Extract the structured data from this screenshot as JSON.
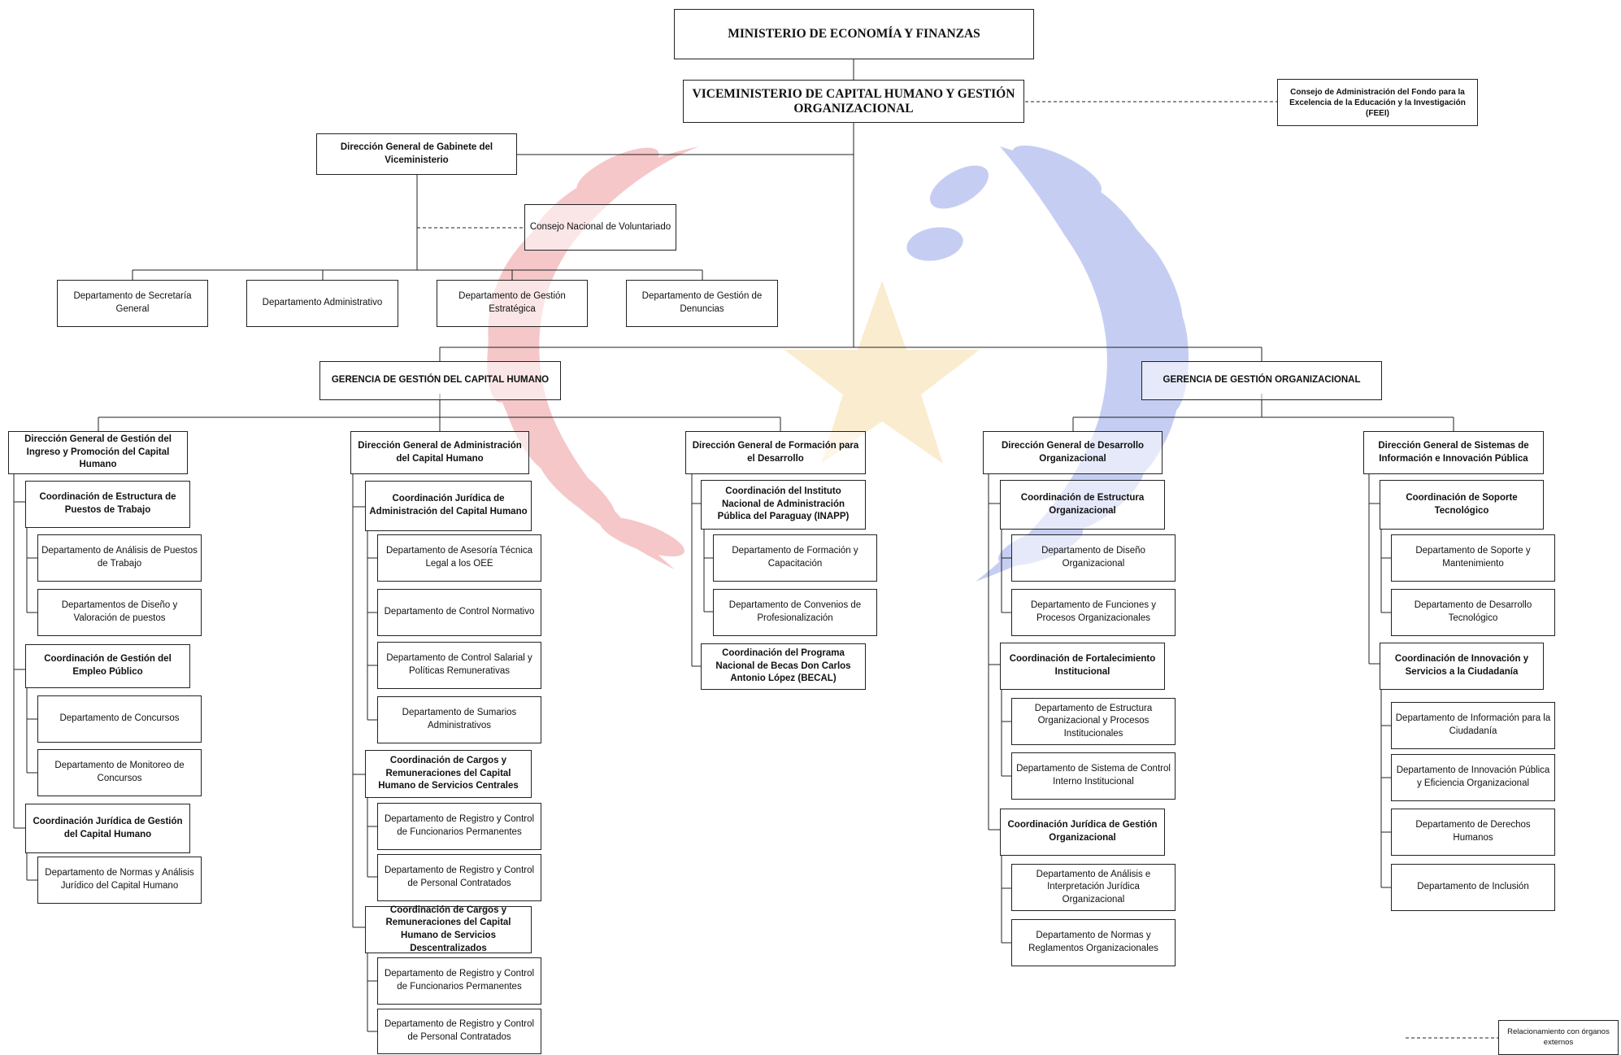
{
  "colors": {
    "line": "#222222",
    "watermark_red": "#e9858a",
    "watermark_blue": "#8c9ee6",
    "watermark_gold": "#f6dca6"
  },
  "nodes": {
    "mef": "MINISTERIO DE ECONOMÍA Y FINANZAS",
    "vice": "VICEMINISTERIO DE CAPITAL HUMANO Y GESTIÓN ORGANIZACIONAL",
    "feei": "Consejo de Administración del Fondo para la Excelencia de la Educación y la Investigación (FEEI)",
    "dgg": "Dirección General de Gabinete del Viceministerio",
    "cnv": "Consejo Nacional de Voluntariado",
    "d_sec": "Departamento de Secretaría General",
    "d_adm": "Departamento Administrativo",
    "d_ge": "Departamento de Gestión Estratégica",
    "d_den": "Departamento de Gestión de Denuncias",
    "g_ch": "GERENCIA DE GESTIÓN DEL CAPITAL HUMANO",
    "g_go": "GERENCIA DE GESTIÓN ORGANIZACIONAL",
    "dg1": "Dirección General de Gestión del Ingreso y Promoción del Capital Humano",
    "c1a": "Coordinación de Estructura de Puestos de Trabajo",
    "d1a1": "Departamento de Análisis de Puestos de Trabajo",
    "d1a2": "Departamentos de Diseño y Valoración de puestos",
    "c1b": "Coordinación de Gestión del Empleo Público",
    "d1b1": "Departamento de Concursos",
    "d1b2": "Departamento de Monitoreo de Concursos",
    "c1c": "Coordinación Jurídica de Gestión del Capital Humano",
    "d1c1": "Departamento de Normas y Análisis Jurídico del Capital Humano",
    "dg2": "Dirección General de Administración del Capital Humano",
    "c2a": "Coordinación Jurídica de Administración del Capital Humano",
    "d2a1": "Departamento de Asesoría Técnica Legal a los OEE",
    "d2a2": "Departamento de Control Normativo",
    "d2a3": "Departamento de Control Salarial y Políticas Remunerativas",
    "d2a4": "Departamento de Sumarios Administrativos",
    "c2b": "Coordinación de Cargos y Remuneraciones del Capital Humano de Servicios Centrales",
    "d2b1": "Departamento de Registro y Control de Funcionarios Permanentes",
    "d2b2": "Departamento de Registro y Control de Personal Contratados",
    "c2c": "Coordinación de Cargos y Remuneraciones del Capital Humano de Servicios Descentralizados",
    "d2c1": "Departamento de Registro y Control de Funcionarios Permanentes",
    "d2c2": "Departamento de Registro y Control de Personal Contratados",
    "dg3": "Dirección General de Formación para el Desarrollo",
    "c3a": "Coordinación del Instituto Nacional de Administración Pública del Paraguay (INAPP)",
    "d3a1": "Departamento de Formación y Capacitación",
    "d3a2": "Departamento de Convenios de Profesionalización",
    "c3b": "Coordinación del Programa Nacional de Becas Don Carlos Antonio López (BECAL)",
    "dg4": "Dirección General de Desarrollo Organizacional",
    "c4a": "Coordinación de Estructura Organizacional",
    "d4a1": "Departamento de Diseño Organizacional",
    "d4a2": "Departamento de Funciones y Procesos Organizacionales",
    "c4b": "Coordinación de Fortalecimiento Institucional",
    "d4b1": "Departamento de Estructura Organizacional y Procesos Institucionales",
    "d4b2": "Departamento de Sistema de Control Interno Institucional",
    "c4c": "Coordinación Jurídica de Gestión Organizacional",
    "d4c1": "Departamento de Análisis e Interpretación Jurídica Organizacional",
    "d4c2": "Departamento de Normas y Reglamentos Organizacionales",
    "dg5": "Dirección General de Sistemas de Información e Innovación Pública",
    "c5a": "Coordinación de Soporte Tecnológico",
    "d5a1": "Departamento de Soporte y Mantenimiento",
    "d5a2": "Departamento de Desarrollo Tecnológico",
    "c5b": "Coordinación de Innovación y Servicios a la Ciudadanía",
    "d5b1": "Departamento de Información para la Ciudadanía",
    "d5b2": "Departamento de Innovación Pública y Eficiencia Organizacional",
    "d5b3": "Departamento de Derechos Humanos",
    "d5b4": "Departamento de Inclusión"
  },
  "legend": {
    "label": "Relacionamiento con órganos externos"
  }
}
